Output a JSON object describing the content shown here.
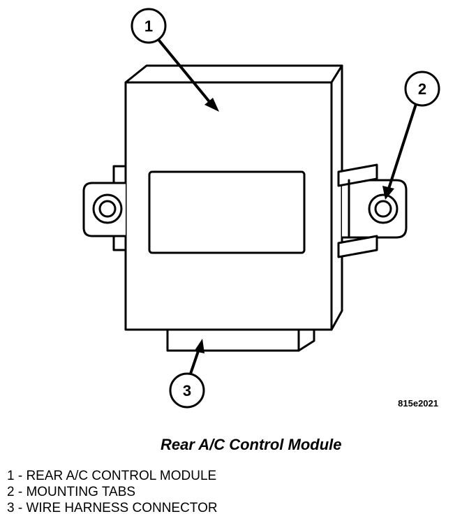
{
  "callouts": {
    "one": "1",
    "two": "2",
    "three": "3"
  },
  "figure_id": "815e2021",
  "caption": "Rear A/C Control Module",
  "legend": [
    "1 - REAR A/C CONTROL MODULE",
    "2 - MOUNTING TABS",
    "3 - WIRE HARNESS CONNECTOR"
  ],
  "colors": {
    "ink": "#000000",
    "paper": "#ffffff"
  }
}
